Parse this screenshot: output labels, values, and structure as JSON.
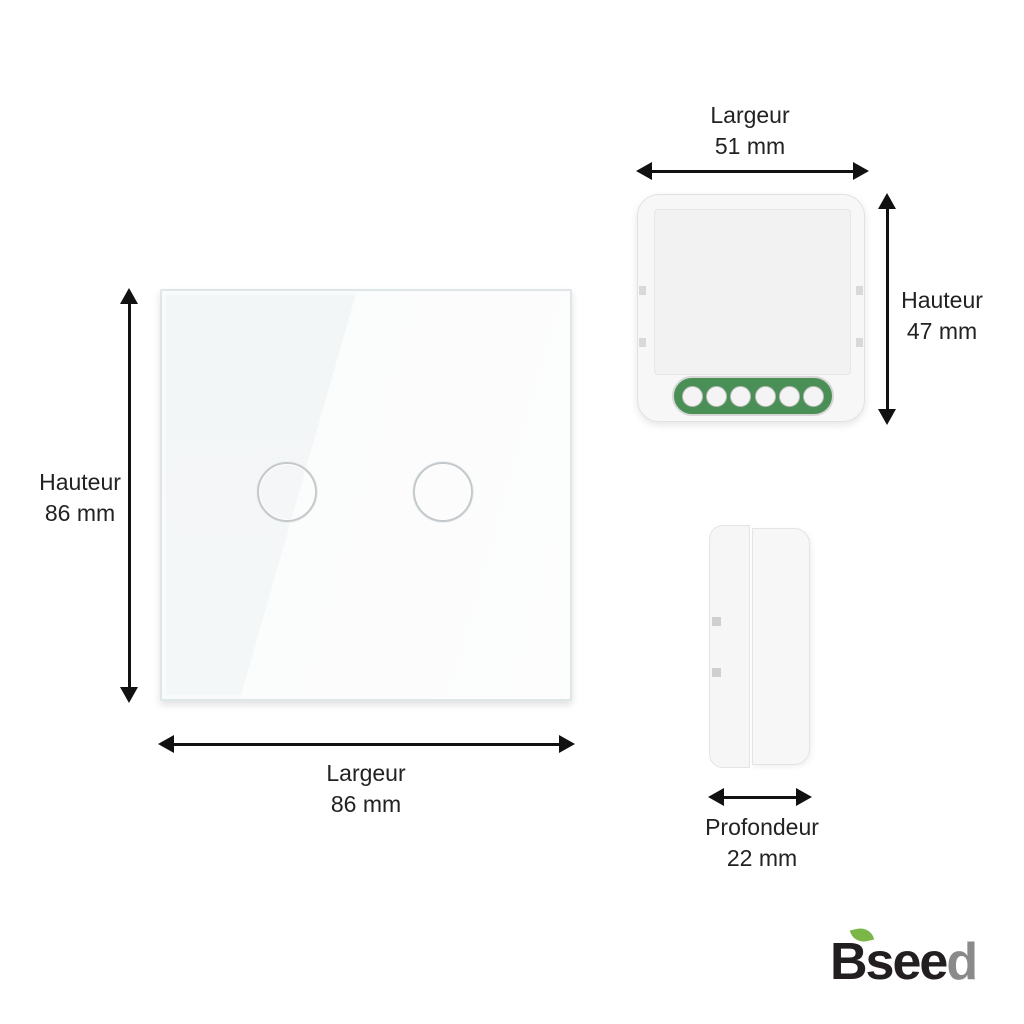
{
  "switch_panel": {
    "height_label": "Hauteur",
    "height_value": "86 mm",
    "width_label": "Largeur",
    "width_value": "86 mm",
    "touch_buttons": 2
  },
  "module_front": {
    "width_label": "Largeur",
    "width_value": "51 mm",
    "height_label": "Hauteur",
    "height_value": "47 mm",
    "terminals": 6,
    "terminal_color": "#4a8f55"
  },
  "module_side": {
    "depth_label": "Profondeur",
    "depth_value": "22 mm"
  },
  "brand": {
    "logo_text_main": "Bsee",
    "logo_text_tail": "d",
    "leaf_color": "#7ab648"
  }
}
